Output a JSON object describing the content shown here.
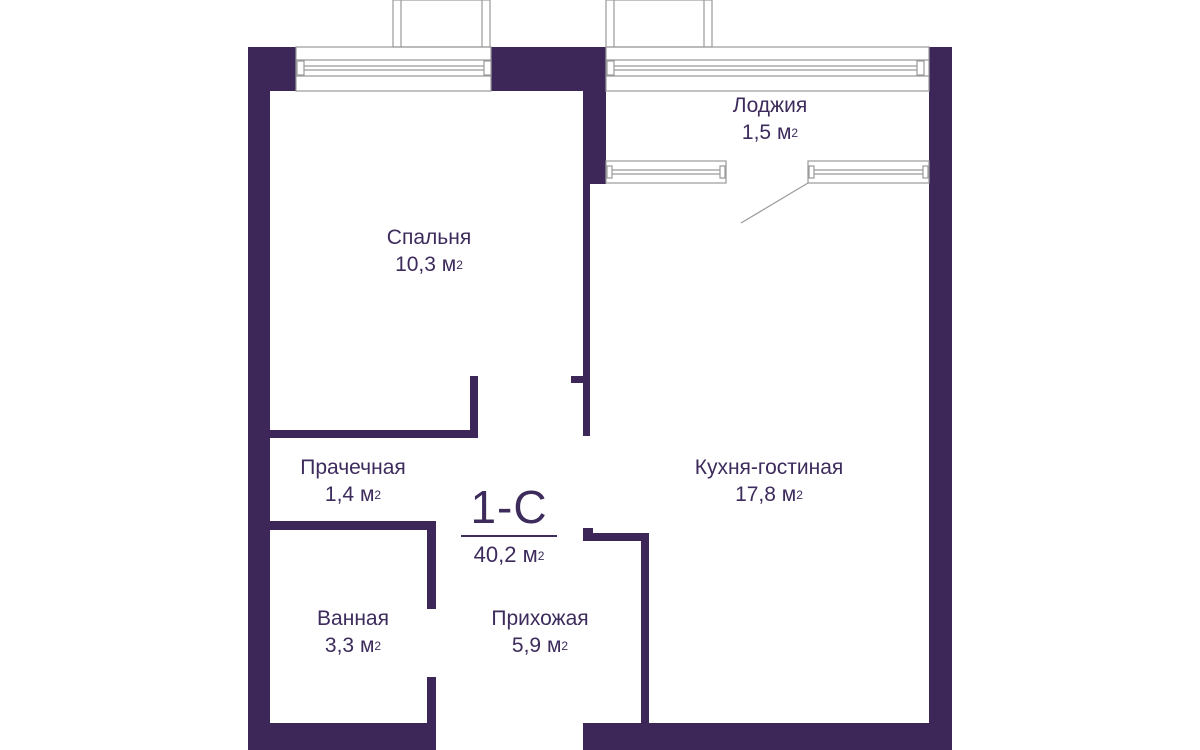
{
  "plan": {
    "colors": {
      "wall": "#3d2759",
      "text": "#3d2b5c",
      "window_frame": "#9a9a9a",
      "background": "#ffffff"
    },
    "apartment": {
      "code": "1-С",
      "total_area_value": "40,2",
      "total_area_unit": "м",
      "unit_power": "2"
    },
    "rooms": [
      {
        "id": "loggia",
        "name": "Лоджия",
        "area_value": "1,5",
        "area_unit": "м",
        "unit_power": "2"
      },
      {
        "id": "bedroom",
        "name": "Спальня",
        "area_value": "10,3",
        "area_unit": "м",
        "unit_power": "2"
      },
      {
        "id": "laundry",
        "name": "Прачечная",
        "area_value": "1,4",
        "area_unit": "м",
        "unit_power": "2"
      },
      {
        "id": "kitchen-living",
        "name": "Кухня-гостиная",
        "area_value": "17,8",
        "area_unit": "м",
        "unit_power": "2"
      },
      {
        "id": "bathroom",
        "name": "Ванная",
        "area_value": "3,3",
        "area_unit": "м",
        "unit_power": "2"
      },
      {
        "id": "hallway",
        "name": "Прихожая",
        "area_value": "5,9",
        "area_unit": "м",
        "unit_power": "2"
      }
    ]
  }
}
